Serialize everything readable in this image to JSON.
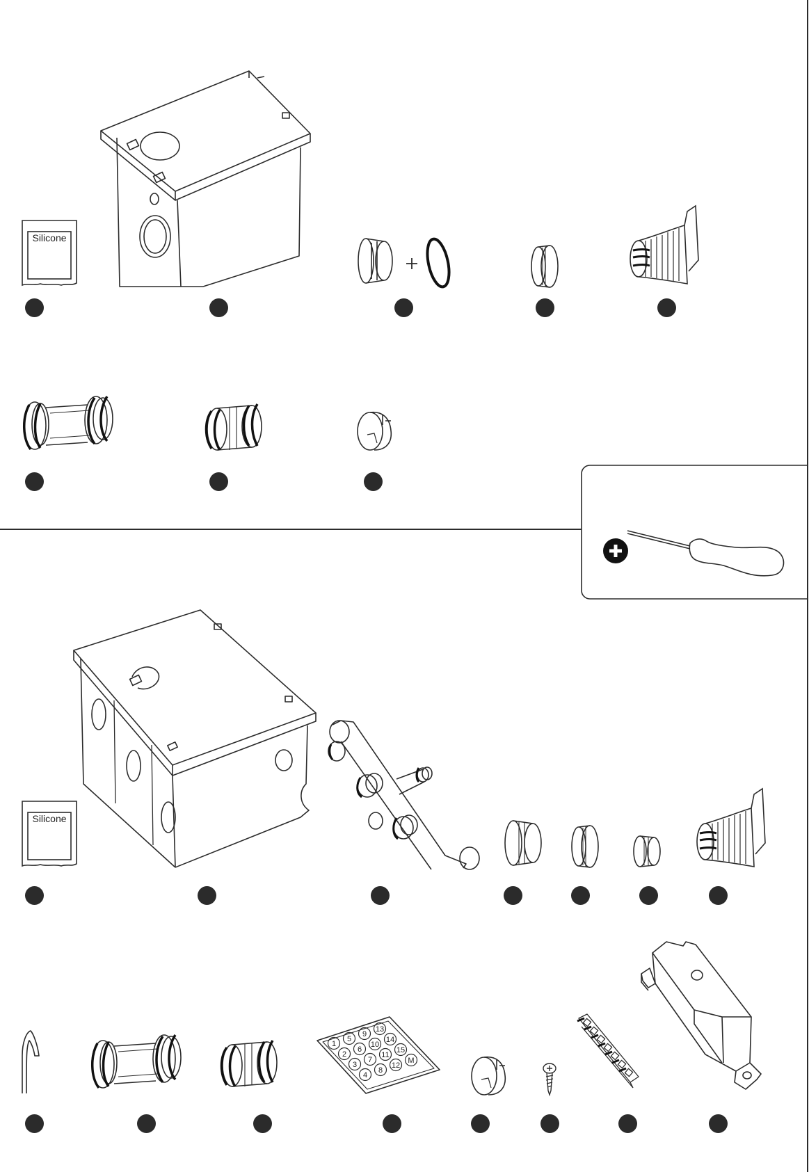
{
  "sachet_label": "Silicone",
  "connector_numbers": [
    "1",
    "5",
    "9",
    "13",
    "2",
    "6",
    "10",
    "14",
    "3",
    "7",
    "11",
    "15",
    "4",
    "8",
    "12",
    "M"
  ],
  "tool": "phillips-screwdriver",
  "colors": {
    "ink": "#2b2b2b",
    "paper": "#ffffff"
  }
}
